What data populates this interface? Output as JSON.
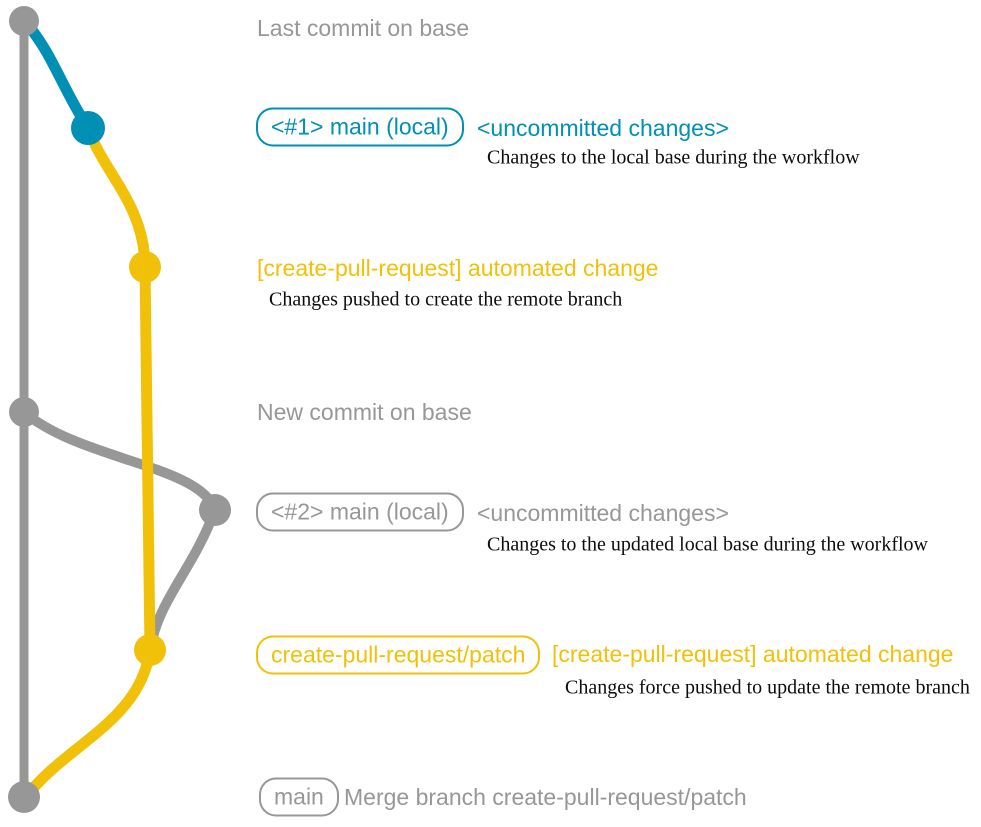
{
  "colors": {
    "gray": "#979797",
    "blue": "#008fb5",
    "yellow": "#f1c109",
    "description_text": "#0d0d0d",
    "background": "#ffffff"
  },
  "labels": {
    "last_commit_on_base": "Last commit on base",
    "new_commit_on_base": "New commit on base"
  },
  "rows": {
    "local_base_1": {
      "badge": "<#1> main (local)",
      "annotation": "<uncommitted changes>",
      "description": "Changes to the local base during the workflow"
    },
    "automated_change_1": {
      "title": "[create-pull-request] automated change",
      "description": "Changes pushed to create the remote branch"
    },
    "local_base_2": {
      "badge": "<#2> main (local)",
      "annotation": "<uncommitted changes>",
      "description": "Changes to the updated local base during the workflow"
    },
    "automated_change_2": {
      "badge": "create-pull-request/patch",
      "title": "[create-pull-request] automated change",
      "description": "Changes force pushed to update the remote branch"
    },
    "merge": {
      "badge": "main",
      "text": "Merge branch create-pull-request/patch"
    }
  }
}
